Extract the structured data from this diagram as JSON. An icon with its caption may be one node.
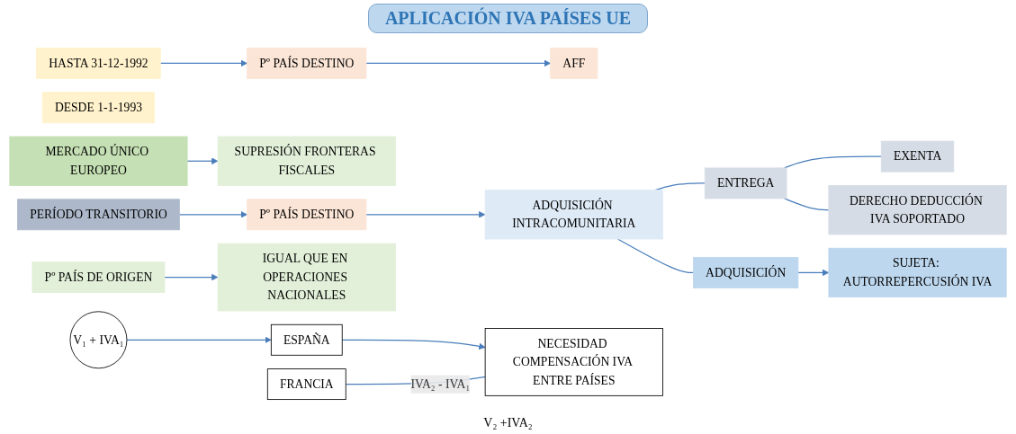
{
  "diagram": {
    "title": "APLICACIÓN IVA PAÍSES UE",
    "nodes": [
      {
        "text": [
          "HASTA 31-12-1992"
        ]
      },
      {
        "text": [
          "Pº PAÍS DESTINO"
        ]
      },
      {
        "text": [
          "AFF"
        ]
      },
      {
        "text": [
          "DESDE 1-1-1993"
        ]
      },
      {
        "text": [
          "MERCADO ÚNICO EUROPEO"
        ]
      },
      {
        "text": [
          "SUPRESIÓN FRONTERAS FISCALES"
        ]
      },
      {
        "text": [
          "PERÍODO TRANSITORIO"
        ]
      },
      {
        "text": [
          "Pº PAÍS DESTINO"
        ]
      },
      {
        "text": [
          "ADQUISICIÓN INTRACOMUNITARIA"
        ]
      },
      {
        "text": [
          "ENTREGA"
        ]
      },
      {
        "text": [
          "EXENTA"
        ]
      },
      {
        "text": [
          "DERECHO DEDUCCIÓN IVA SOPORTADO"
        ]
      },
      {
        "text": [
          "ADQUISICIÓN"
        ]
      },
      {
        "text": [
          "SUJETA: AUTORREPERCUSIÓN IVA"
        ]
      },
      {
        "text": [
          "Pº PAÍS DE ORIGEN"
        ]
      },
      {
        "text": [
          "IGUAL QUE EN OPERACIONES NACIONALES"
        ]
      },
      {
        "text": [
          "FRANCIA"
        ]
      },
      {
        "text": [
          "ESPAÑA"
        ]
      },
      {
        "text": [
          "V₁ + IVA₁"
        ]
      },
      {
        "text": [
          "NECESIDAD COMPENSACIÓN IVA ENTRE PAÍSES"
        ]
      }
    ],
    "edges": [
      {
        "from": 0,
        "to": 1,
        "arrow": "to"
      },
      {
        "from": 1,
        "to": 2,
        "arrow": "to"
      },
      {
        "from": 4,
        "to": 5,
        "arrow": "to"
      },
      {
        "from": 6,
        "to": 7,
        "arrow": "to"
      },
      {
        "from": 7,
        "to": 8,
        "arrow": "to"
      },
      {
        "from": 8,
        "to": 9,
        "arrow": "none"
      },
      {
        "from": 8,
        "to": 12,
        "arrow": "none"
      },
      {
        "from": 9,
        "to": 10,
        "arrow": "none"
      },
      {
        "from": 9,
        "to": 11,
        "arrow": "none"
      },
      {
        "from": 12,
        "to": 13,
        "arrow": "to"
      },
      {
        "from": 14,
        "to": 15,
        "arrow": "to"
      },
      {
        "from": 18,
        "to": 17,
        "arrow": "to"
      },
      {
        "from": 17,
        "to": 19,
        "arrow": "to"
      },
      {
        "from": 16,
        "to": 19,
        "arrow": "none",
        "label": "IVA₂ - IVA₁"
      }
    ],
    "labels": [
      "V₂ +IVA₂"
    ]
  }
}
